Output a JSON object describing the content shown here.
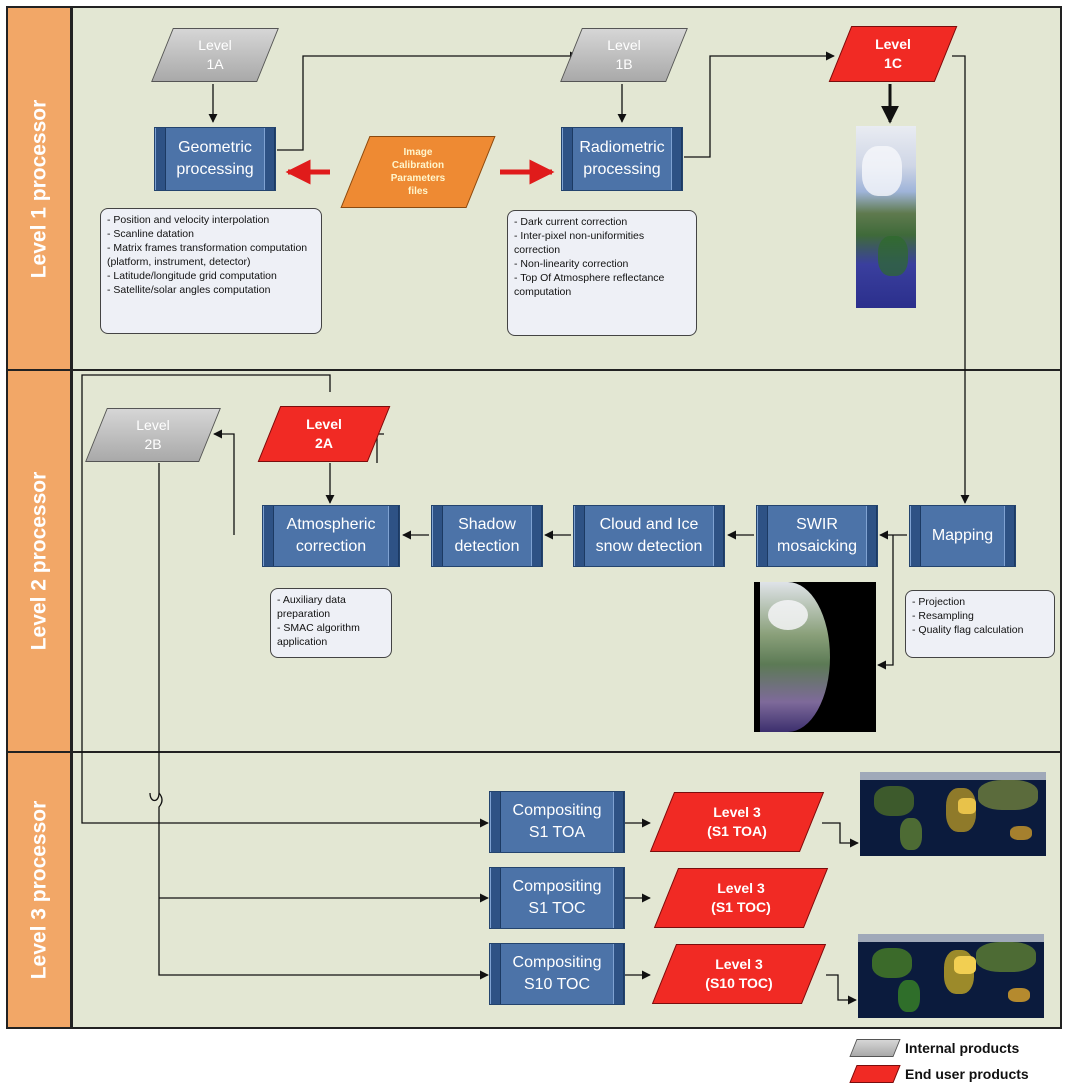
{
  "bands": {
    "level1": "Level 1 processor",
    "level2": "Level 2 processor",
    "level3": "Level 3 processor"
  },
  "products": {
    "l1a": "Level\n1A",
    "l1b": "Level\n1B",
    "l1c": "Level\n1C",
    "l2a": "Level\n2A",
    "l2b": "Level\n2B",
    "l3_s1toa": "Level 3\n(S1 TOA)",
    "l3_s1toc": "Level 3\n(S1 TOC)",
    "l3_s10toc": "Level 3\n(S10 TOC)",
    "calib": "Image\nCalibration\nParameters\nfiles"
  },
  "processes": {
    "geometric": "Geometric\nprocessing",
    "radiometric": "Radiometric\nprocessing",
    "atmospheric": "Atmospheric\ncorrection",
    "shadow": "Shadow\ndetection",
    "cloud": "Cloud and Ice\nsnow detection",
    "swir": "SWIR\nmosaicking",
    "mapping": "Mapping",
    "comp_s1toa": "Compositing\nS1 TOA",
    "comp_s1toc": "Compositing\nS1 TOC",
    "comp_s10toc": "Compositing\nS10 TOC"
  },
  "notes": {
    "geometric": [
      "- Position and velocity interpolation",
      "- Scanline datation",
      "- Matrix frames transformation computation (platform, instrument, detector)",
      "- Latitude/longitude grid computation",
      "- Satellite/solar angles computation"
    ],
    "radiometric": [
      "- Dark current correction",
      "- Inter-pixel non-uniformities correction",
      "- Non-linearity correction",
      "- Top Of Atmosphere reflectance computation"
    ],
    "atmospheric": [
      "- Auxiliary data preparation",
      "- SMAC algorithm application"
    ],
    "mapping": [
      "- Projection",
      "- Resampling",
      "- Quality flag calculation"
    ]
  },
  "legend": {
    "internal": "Internal products",
    "enduser": "End user products"
  },
  "colors": {
    "band_bg": "#e3e7d3",
    "side_bar": "#f2a767",
    "process": "#4c73a8",
    "internal_product": "#b8b8b8",
    "end_user_product": "#f12a24",
    "calibration": "#ee8a33",
    "double_arrow": "#e01b1b"
  },
  "icons": {
    "level1c_image": "satellite-strip-image",
    "swir_image": "satellite-swath-image",
    "world_map_toa": "world-map-image",
    "world_map_s10": "world-map-image"
  }
}
